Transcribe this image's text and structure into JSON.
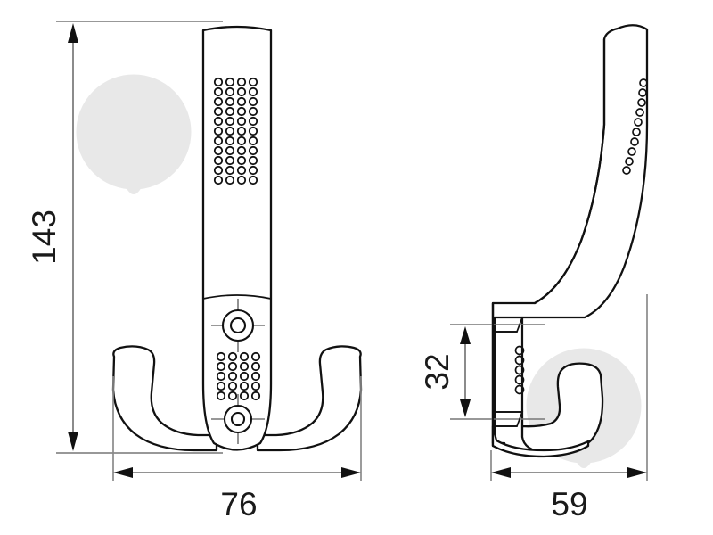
{
  "document": {
    "type": "technical-drawing",
    "subject": "Double coat hook — front elevation and side elevation",
    "background_color": "#ffffff",
    "line_color": "#111111",
    "dimension_line_color": "#6e6e6e",
    "watermark_color": "#e8e8e8"
  },
  "dimensions": {
    "height": {
      "value": "143",
      "orientation": "vertical",
      "view": "front"
    },
    "width": {
      "value": "76",
      "orientation": "horizontal",
      "view": "front"
    },
    "depth_height": {
      "value": "32",
      "orientation": "vertical",
      "view": "side"
    },
    "depth": {
      "value": "59",
      "orientation": "horizontal",
      "view": "side"
    }
  },
  "views": {
    "front": {
      "name": "front-elevation",
      "features": [
        "rounded-top-shaft",
        "upper-perforation-grid",
        "upper-screw-hole",
        "lower-perforation-grid",
        "lower-screw-hole",
        "left-hook-arm",
        "right-hook-arm"
      ],
      "upper_perforation_grid": {
        "columns": 4,
        "rows": 11
      },
      "lower_perforation_grid": {
        "columns": 4,
        "rows": 5
      },
      "screw_holes": 2
    },
    "side": {
      "name": "side-elevation",
      "features": [
        "curved-upper-arm",
        "knurled-back-edge",
        "wall-plate",
        "upper-countersunk-hole",
        "lower-countersunk-hole",
        "lower-hook"
      ],
      "countersunk_holes": 2
    }
  },
  "watermarks": [
    {
      "name": "trowel-logo-left",
      "shape": "circle-with-trowel"
    },
    {
      "name": "trowel-logo-right",
      "shape": "circle-with-trowel"
    }
  ]
}
